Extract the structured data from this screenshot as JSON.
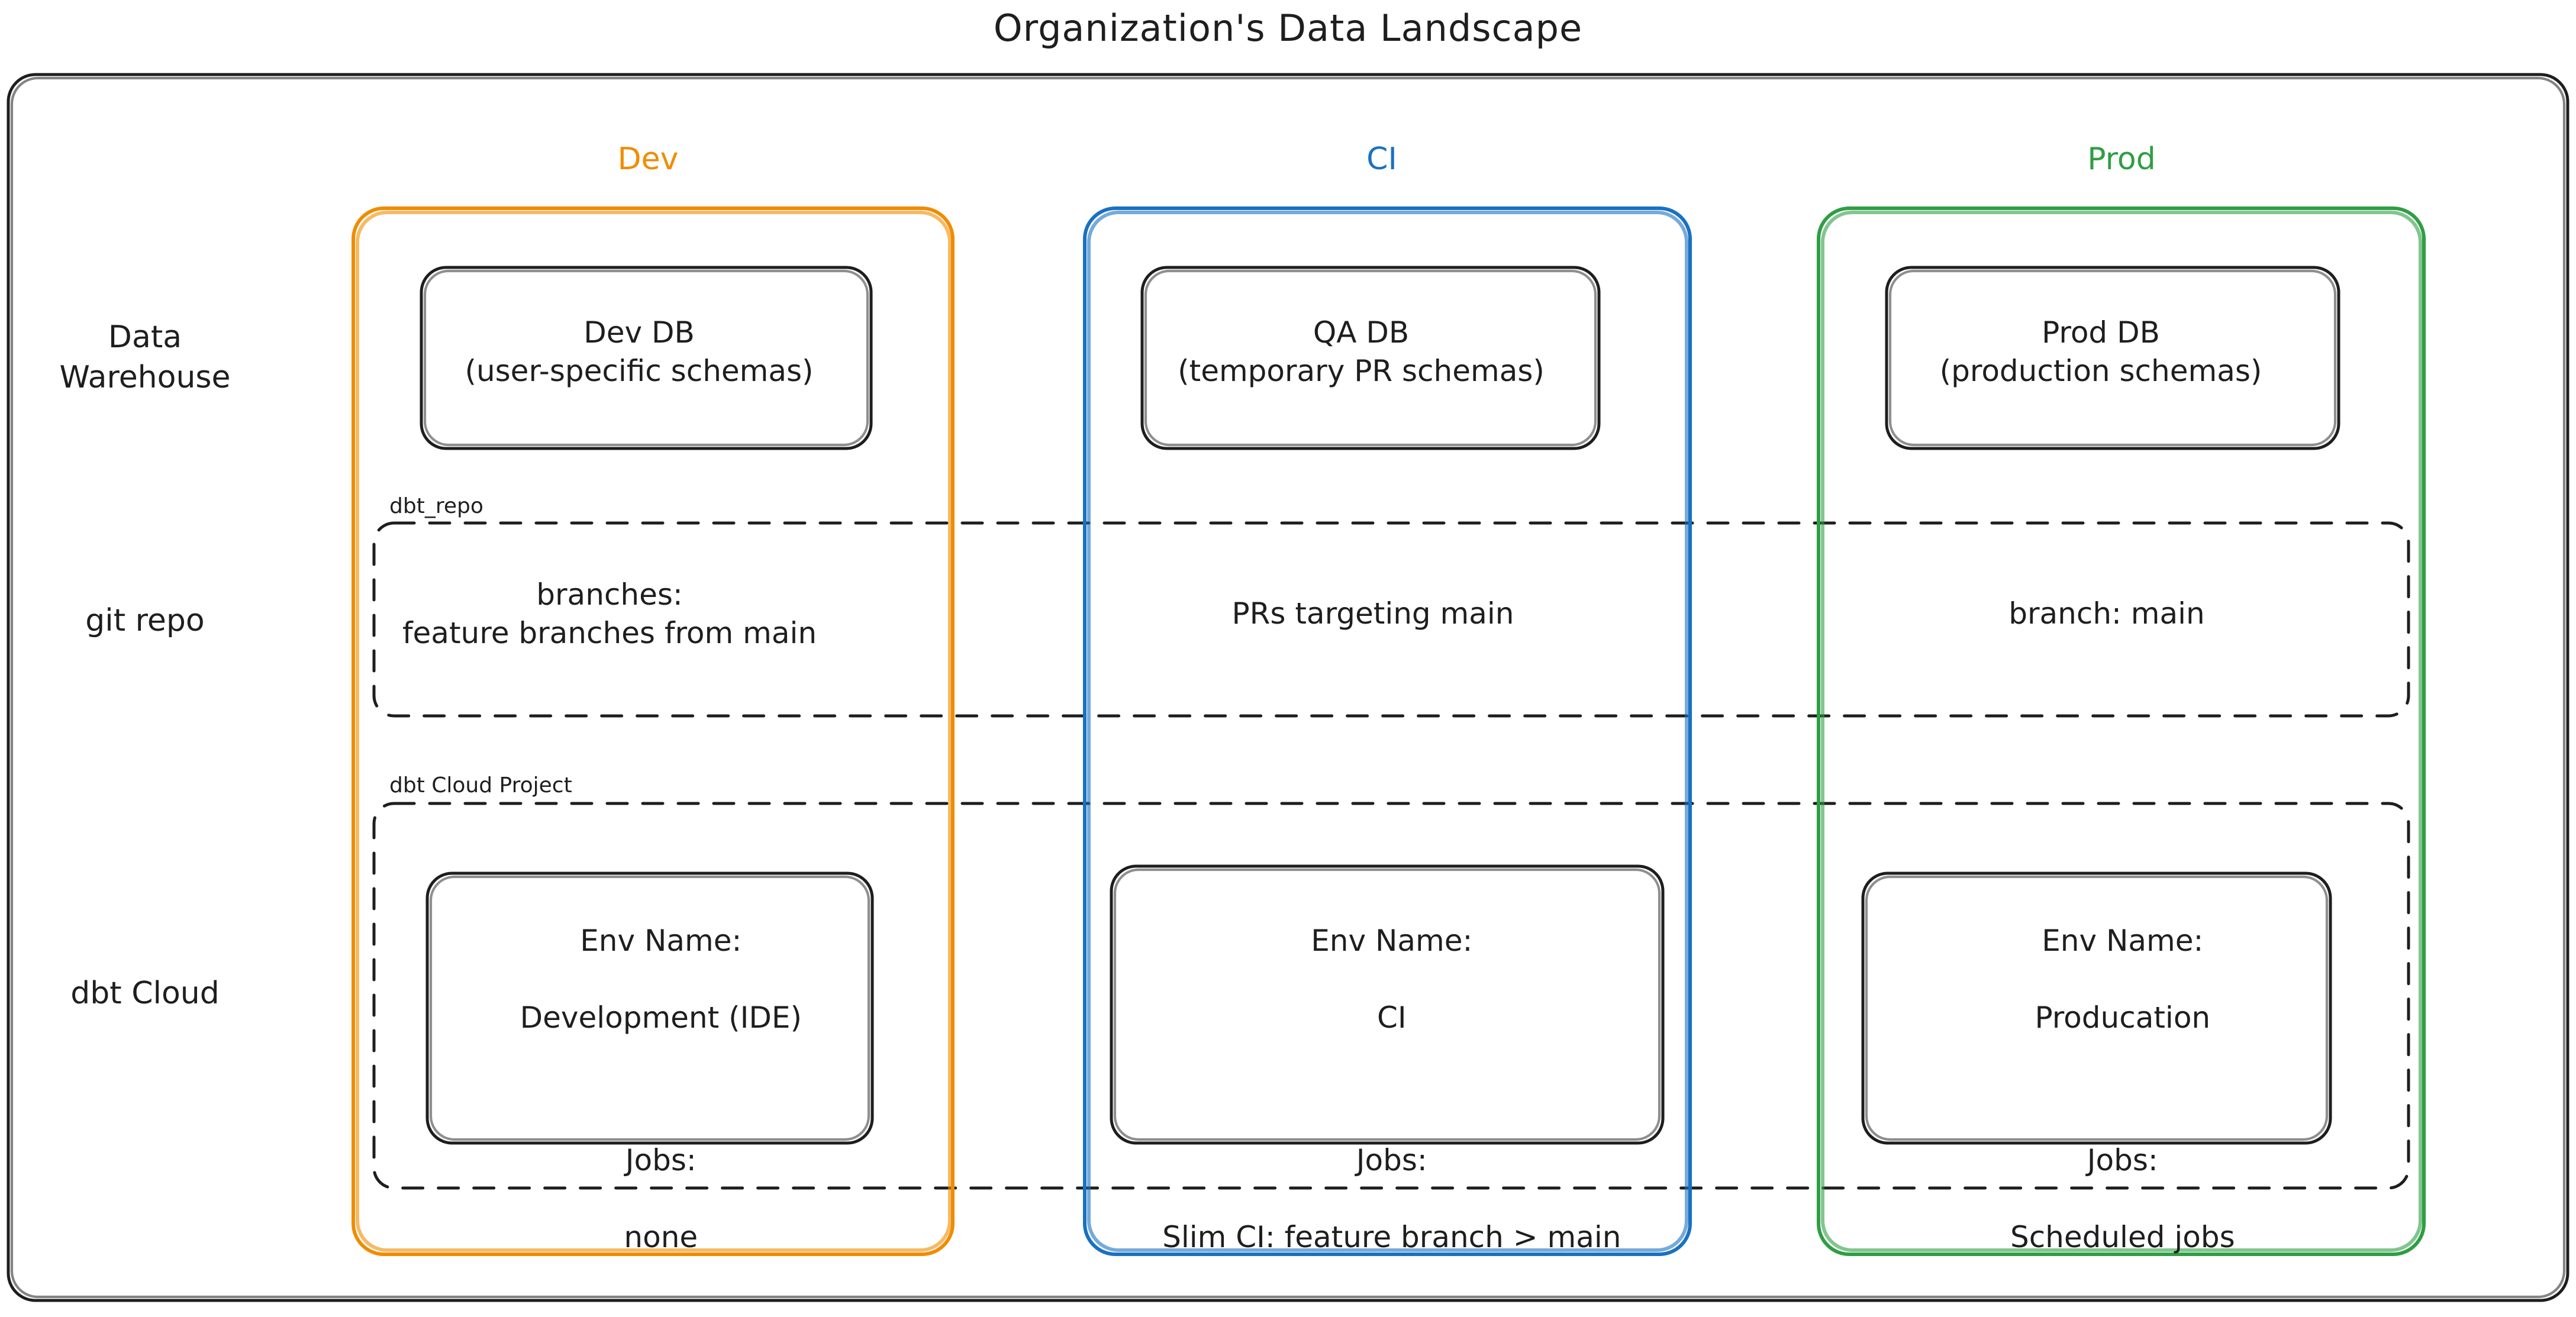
{
  "title": "Organization's Data Landscape",
  "colors": {
    "dev": "#f08c00",
    "ci": "#1971c2",
    "prod": "#2f9e44",
    "ink": "#1e1e1e",
    "background": "#ffffff"
  },
  "columns": [
    {
      "key": "dev",
      "label": "Dev",
      "color": "#f08c00"
    },
    {
      "key": "ci",
      "label": "CI",
      "color": "#1971c2"
    },
    {
      "key": "prod",
      "label": "Prod",
      "color": "#2f9e44"
    }
  ],
  "rows": [
    {
      "key": "data_warehouse",
      "label": "Data\nWarehouse"
    },
    {
      "key": "git_repo",
      "label": "git repo"
    },
    {
      "key": "dbt_cloud",
      "label": "dbt Cloud"
    }
  ],
  "group_labels": {
    "git_repo": "dbt_repo",
    "dbt_cloud": "dbt Cloud Project"
  },
  "cells": {
    "data_warehouse": {
      "dev": "Dev DB\n(user-specific schemas)",
      "ci": "QA DB\n(temporary PR schemas)",
      "prod": "Prod DB\n(production schemas)"
    },
    "git_repo": {
      "dev": "branches:\nfeature branches from main",
      "ci": "PRs targeting main",
      "prod": "branch: main"
    },
    "dbt_cloud": {
      "dev": {
        "env_name_label": "Env Name:",
        "env_name": "Development (IDE)",
        "jobs_label": "Jobs:",
        "jobs": "none"
      },
      "ci": {
        "env_name_label": "Env Name:",
        "env_name": "CI",
        "jobs_label": "Jobs:",
        "jobs": "Slim CI: feature branch > main"
      },
      "prod": {
        "env_name_label": "Env Name:",
        "env_name": "Producation",
        "jobs_label": "Jobs:",
        "jobs": "Scheduled jobs"
      }
    }
  }
}
